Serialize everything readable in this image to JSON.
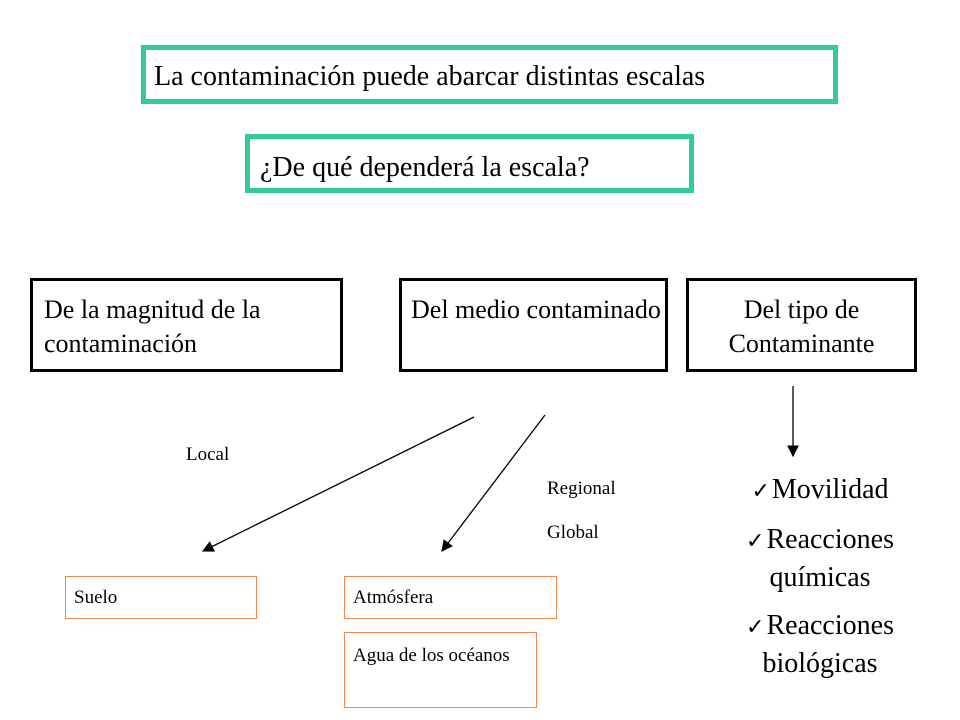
{
  "title": "La contaminación puede abarcar distintas escalas",
  "question": "¿De qué dependerá la escala?",
  "factors": [
    {
      "text": "De la magnitud de la contaminación"
    },
    {
      "text": "Del medio contaminado"
    },
    {
      "text": "Del tipo de Contaminante"
    }
  ],
  "scales": {
    "local": "Local",
    "regional": "Regional",
    "global": "Global"
  },
  "media": [
    {
      "text": "Suelo"
    },
    {
      "text": "Atmósfera"
    },
    {
      "text": "Agua de los océanos"
    }
  ],
  "properties": [
    {
      "text": "Movilidad"
    },
    {
      "text": "Reacciones químicas"
    },
    {
      "text": "Reacciones biológicas"
    }
  ],
  "colors": {
    "title_border": "#33cc99",
    "box_border": "#000000",
    "media_border": "#f08a4b"
  }
}
